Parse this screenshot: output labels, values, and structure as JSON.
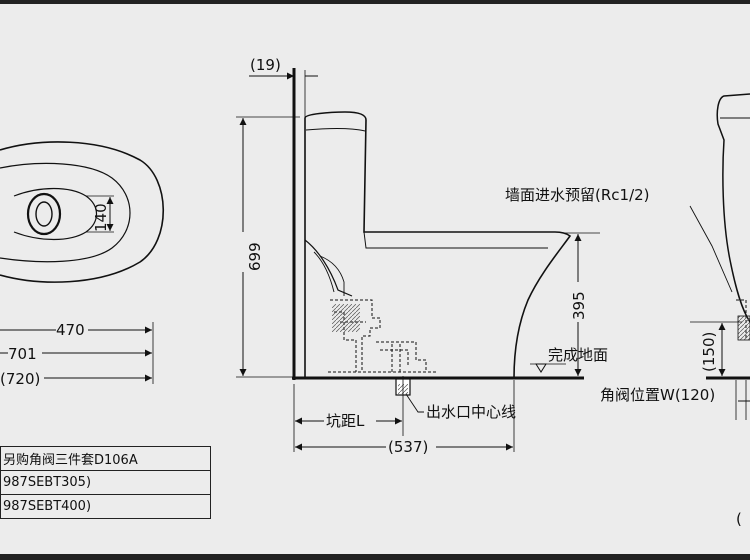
{
  "dimensions": {
    "wall_gap": "(19)",
    "total_height": "699",
    "inlet_height": "395",
    "bowl_width": "140",
    "length_470": "470",
    "length_701": "701",
    "length_720": "(720)",
    "rough_in_label": "坑距L",
    "depth_537": "(537)",
    "valve_height": "(150)"
  },
  "labels": {
    "wall_inlet": "墙面进水预留(Rc1/2)",
    "floor": "完成地面",
    "outlet_center": "出水口中心线",
    "valve_position": "角阀位置W(120)"
  },
  "table": {
    "rows": [
      "另购角阀三件套D106A",
      "987SEBT305)",
      "987SEBT400)"
    ]
  },
  "note": "("
}
